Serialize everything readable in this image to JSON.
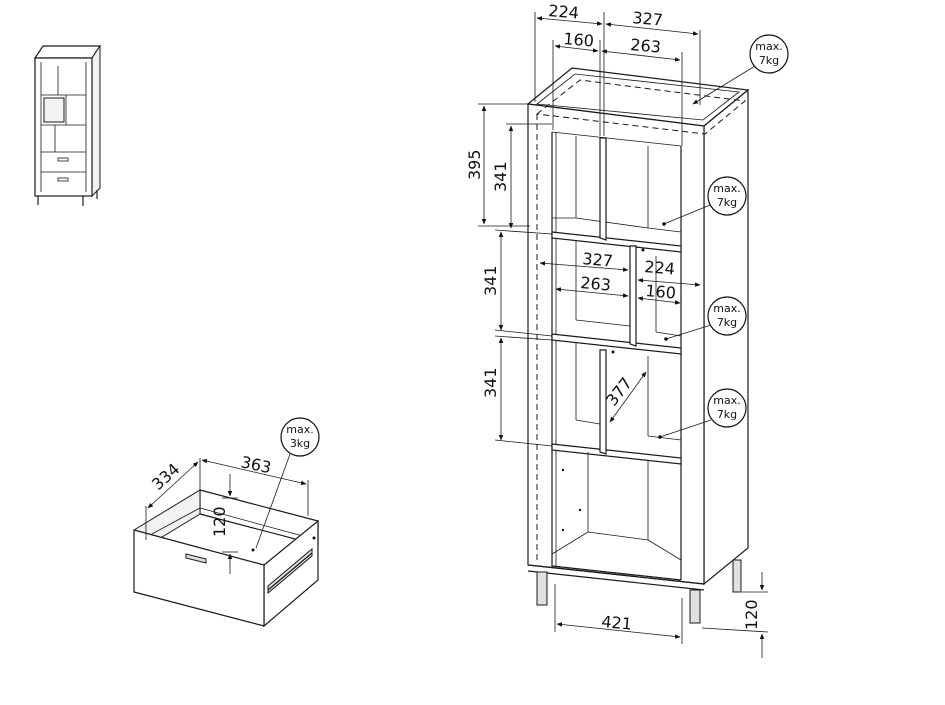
{
  "dimensions": {
    "top_width_full": "224",
    "top_width_right": "327",
    "top_inner_left": "160",
    "top_inner_right": "263",
    "height_top_outer": "395",
    "height_top_inner": "341",
    "height_mid": "341",
    "height_lower": "341",
    "mid_width_right": "327",
    "mid_width_right_inner": "263",
    "mid_small_width": "224",
    "mid_small_inner": "160",
    "diagonal_depth": "377",
    "base_width": "421",
    "leg_height": "120",
    "drawer_depth": "334",
    "drawer_width": "363",
    "drawer_height": "120"
  },
  "load_badges": {
    "top": [
      "max.",
      "7kg"
    ],
    "shelf1": [
      "max.",
      "7kg"
    ],
    "shelf2": [
      "max.",
      "7kg"
    ],
    "shelf3": [
      "max.",
      "7kg"
    ],
    "drawer": [
      "max.",
      "3kg"
    ]
  }
}
